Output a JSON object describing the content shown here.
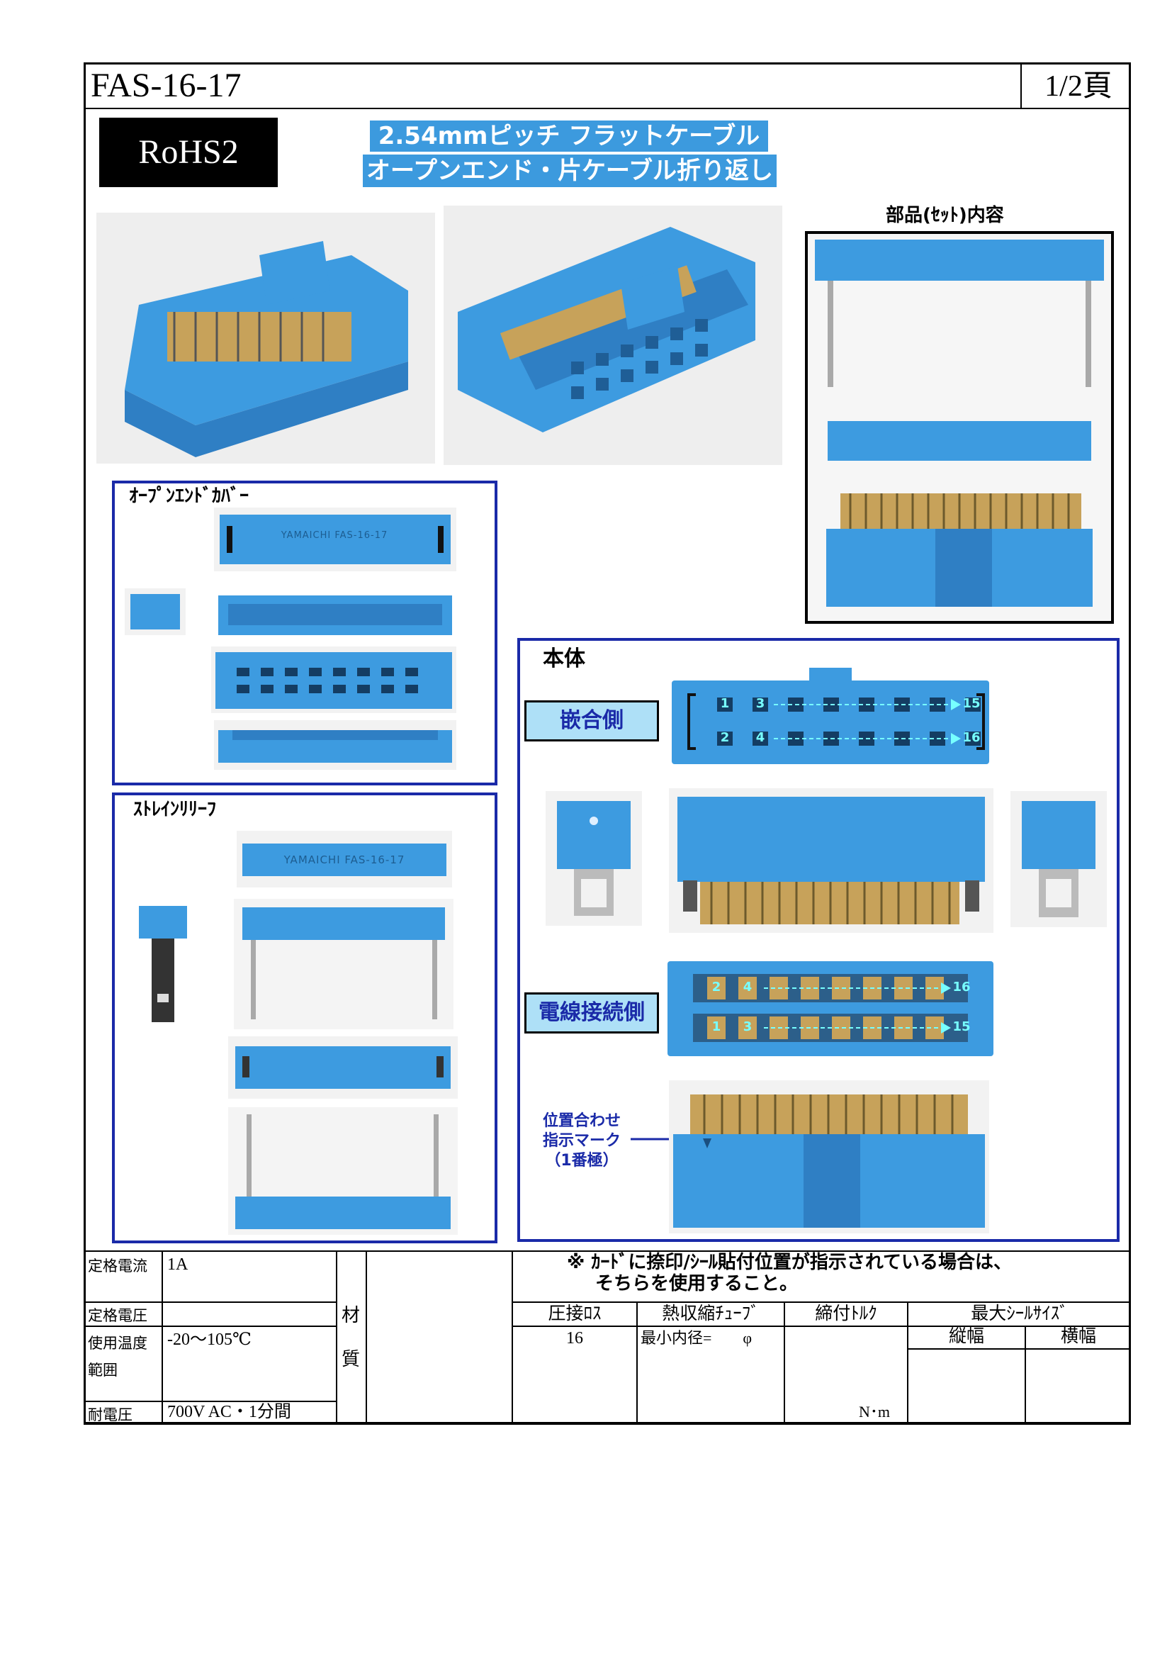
{
  "header": {
    "model": "FAS-16-17",
    "page": "1/2頁"
  },
  "rohs": "RoHS2",
  "title": {
    "line1": "2.54mmピッチ フラットケーブル",
    "line2": "オープンエンド・片ケーブル折り返し"
  },
  "parts_set_label": "部品(ｾｯﾄ)内容",
  "open_end_cover": {
    "label": "ｵｰﾌﾟﾝｴﾝﾄﾞｶﾊﾞｰ",
    "engraving": "YAMAICHI FAS-16-17"
  },
  "strain_relief": {
    "label": "ｽﾄﾚｲﾝﾘﾘｰﾌ",
    "engraving": "YAMAICHI FAS-16-17"
  },
  "body": {
    "label": "本体",
    "mating_side": "嵌合側",
    "wire_side": "電線接続側",
    "mating_top": [
      "1",
      "3",
      "15"
    ],
    "mating_bottom": [
      "2",
      "4",
      "16"
    ],
    "wire_top": [
      "2",
      "4",
      "16"
    ],
    "wire_bottom": [
      "1",
      "3",
      "15"
    ],
    "alignment": {
      "line1": "位置合わせ",
      "line2": "指示マーク",
      "line3": "（1番極）"
    }
  },
  "note": {
    "line1": "※ ｶｰﾄﾞに捺印/ｼｰﾙ貼付位置が指示されている場合は、",
    "line2": "そちらを使用すること。"
  },
  "specs": [
    {
      "label": "定格電流",
      "value": "1A"
    },
    {
      "label": "定格電圧",
      "value": ""
    },
    {
      "label": "使用温度\n範囲",
      "value": "-20～105℃"
    },
    {
      "label": "耐電圧",
      "value": "700V AC・1分間"
    }
  ],
  "material": {
    "label1": "材",
    "label2": "質"
  },
  "table": {
    "h_press": "圧接ﾛｽ",
    "h_tube": "熱収縮ﾁｭｰﾌﾞ",
    "h_torque": "締付ﾄﾙｸ",
    "h_seal": "最大ｼｰﾙｻｲｽﾞ",
    "h_height": "縦幅",
    "h_width": "横幅",
    "press_value": "16",
    "tube_value": "最小内径=　　φ",
    "torque_unit": "N･m"
  }
}
